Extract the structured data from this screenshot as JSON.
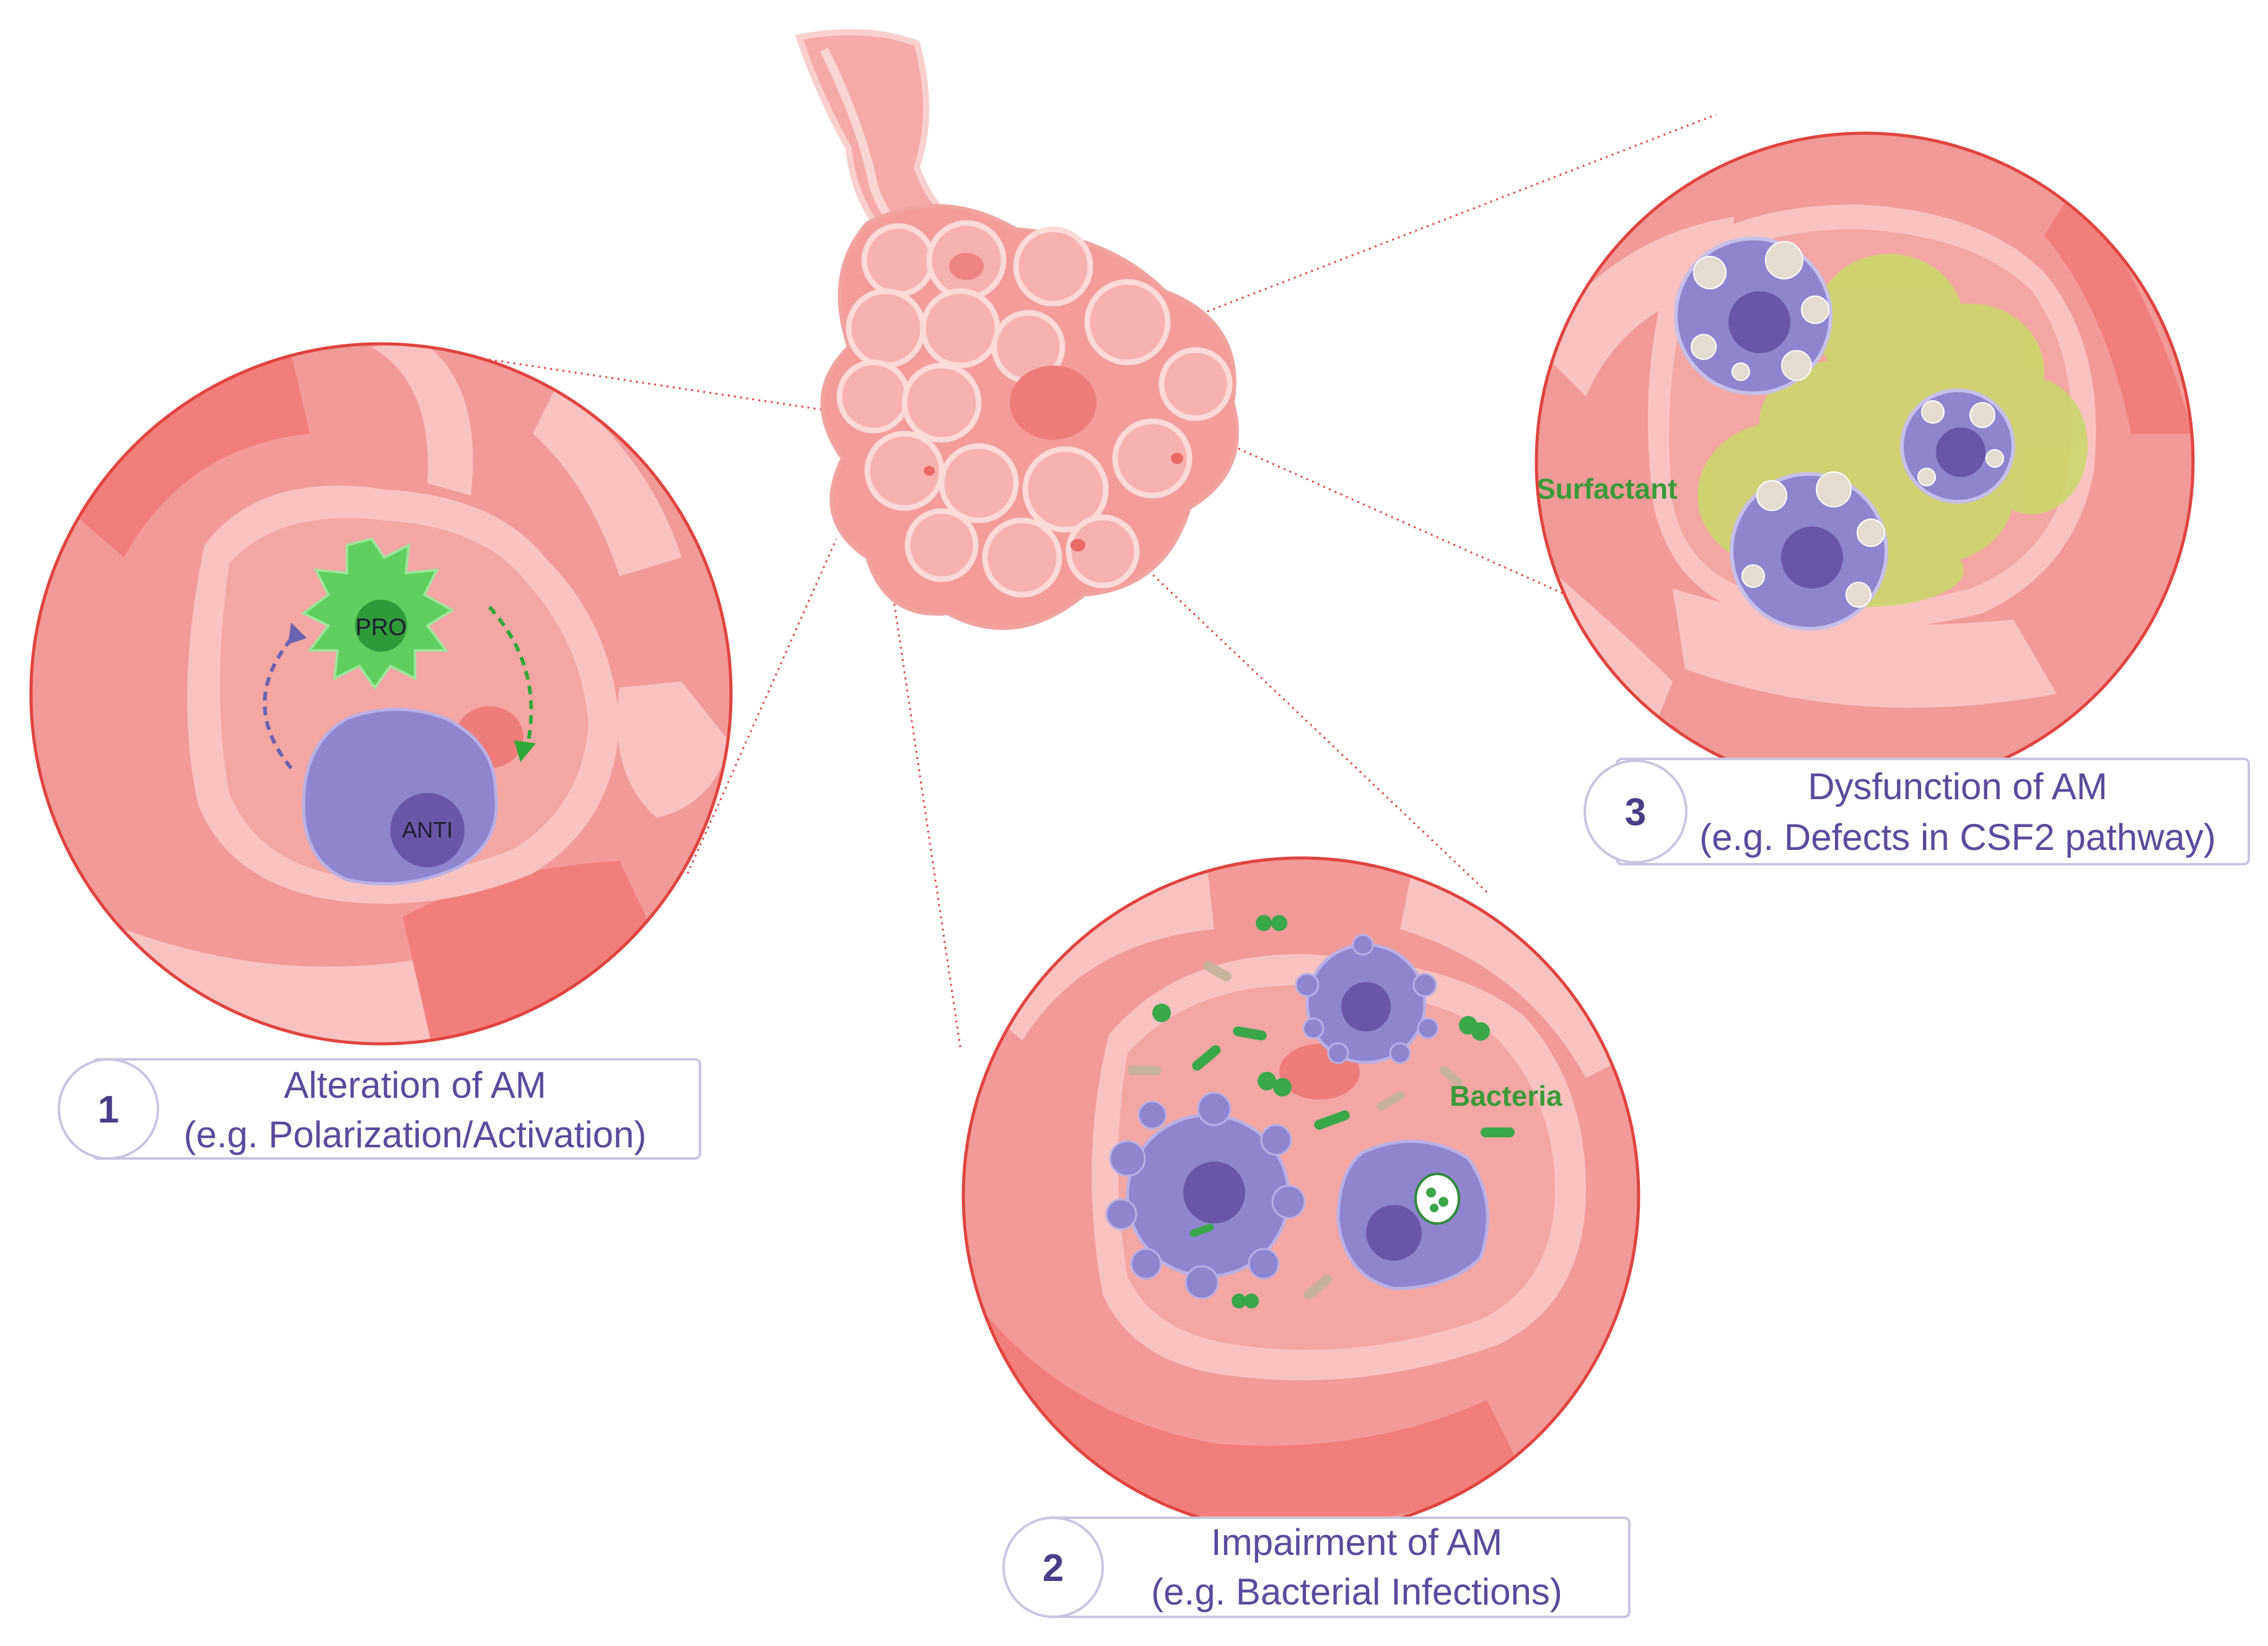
{
  "panels": [
    {
      "number": "1",
      "title": "Alteration of AM",
      "subtitle": "(e.g. Polarization/Activation)",
      "labels": {
        "pro": "PRO",
        "anti": "ANTI"
      }
    },
    {
      "number": "2",
      "title": "Impairment of AM",
      "subtitle": "(e.g. Bacterial Infections)",
      "labels": {
        "bacteria": "Bacteria"
      }
    },
    {
      "number": "3",
      "title": "Dysfunction of AM",
      "subtitle": "(e.g. Defects in CSF2 pathway)",
      "labels": {
        "surfactant": "Surfactant"
      }
    }
  ],
  "colors": {
    "tissue": "#f29a98",
    "tissue_light": "#f8c2c0",
    "outline": "#e0443f",
    "macrophage": "#8f85cf",
    "nucleus": "#6a56a8",
    "pro_cell": "#5fce5f",
    "bacteria": "#3aa74a",
    "surfactant": "#c9d96a",
    "caption_text": "#5b4a9c"
  }
}
